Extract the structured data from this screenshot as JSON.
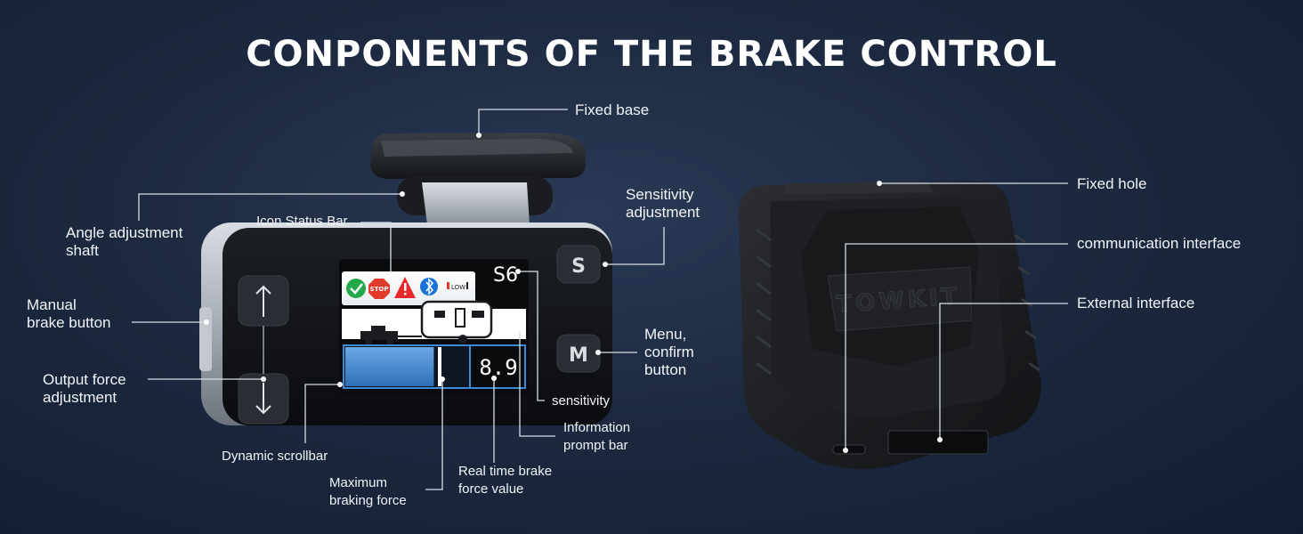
{
  "title": "CONPONENTS OF THE BRAKE CONTROL",
  "screen": {
    "icons": [
      "check-icon",
      "stop-icon",
      "warning-icon",
      "bluetooth-icon"
    ],
    "stop_text": "STOP",
    "low_text": "LOW",
    "mode_value": "S6",
    "force_value": "8.9",
    "force_level": 0.72
  },
  "buttons": {
    "sensitivity": "S",
    "menu": "M"
  },
  "brand": "TOWKIT",
  "colors": {
    "check": "#22a94a",
    "stop": "#e23a2b",
    "warning": "#e8282b",
    "bluetooth": "#1a73d9",
    "bar": "#3d8ad6"
  },
  "labels": {
    "fixed_base": "Fixed base",
    "angle_shaft": [
      "Angle adjustment",
      "shaft"
    ],
    "icon_status_bar": "Icon Status Bar",
    "sensitivity_adjustment": [
      "Sensitivity",
      "adjustment"
    ],
    "manual_brake": [
      "Manual",
      "brake button"
    ],
    "output_force": [
      "Output force",
      "adjustment"
    ],
    "menu_confirm": [
      "Menu,",
      "confirm",
      "button"
    ],
    "sensitivity": "sensitivity",
    "info_prompt": [
      "Information",
      "prompt bar"
    ],
    "dynamic_scrollbar": "Dynamic scrollbar",
    "realtime_force": [
      "Real time brake",
      "force value"
    ],
    "max_force": [
      "Maximum",
      "braking force"
    ],
    "fixed_hole": "Fixed hole",
    "communication_interface": "communication interface",
    "external_interface": "External interface"
  }
}
